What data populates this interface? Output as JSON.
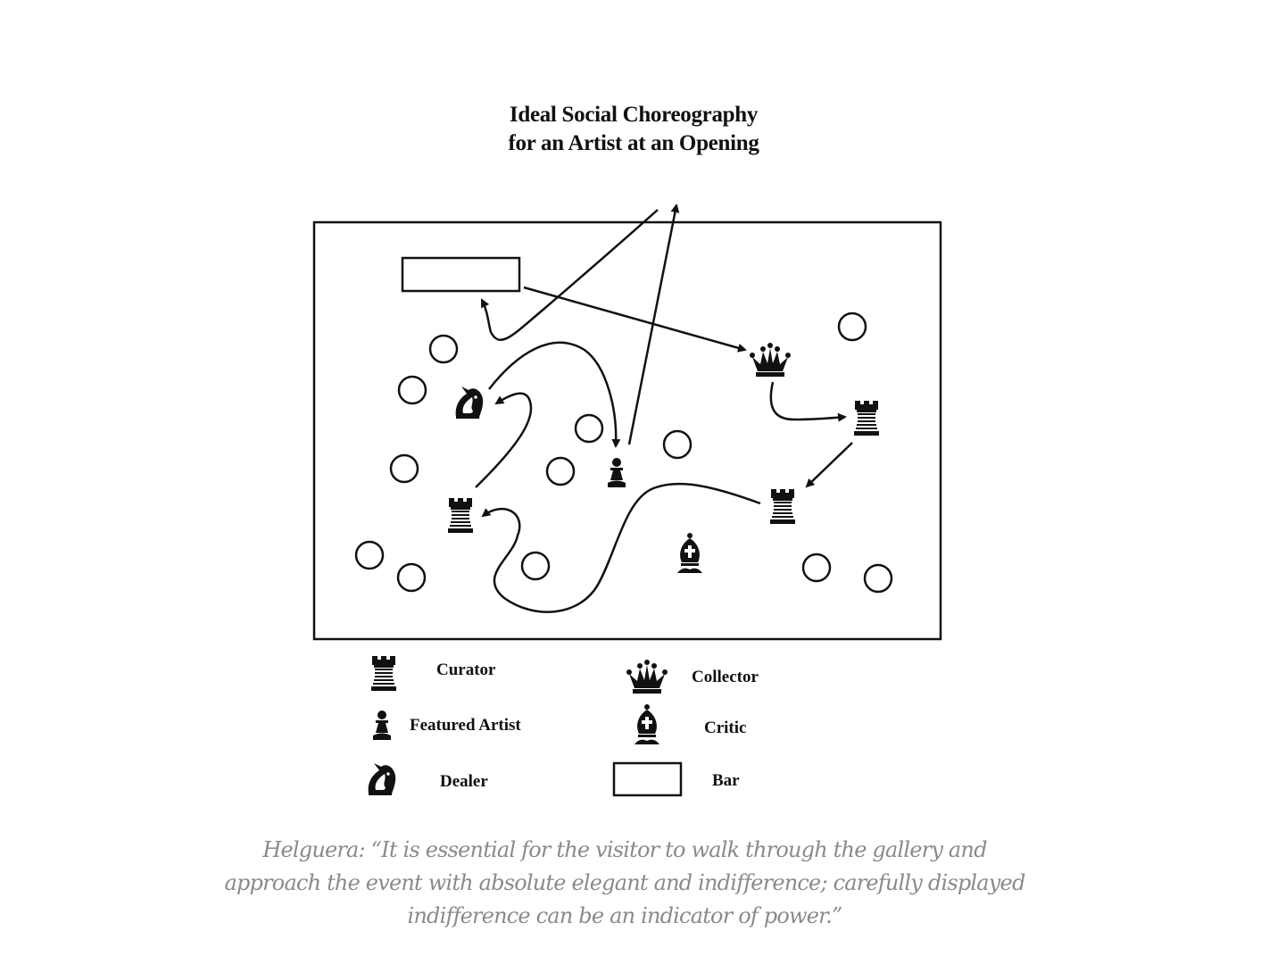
{
  "figure": {
    "title_line1": "Ideal Social Choreography",
    "title_line2": "for an Artist at an Opening"
  },
  "legend": {
    "curator": "Curator",
    "featured_artist": "Featured Artist",
    "dealer": "Dealer",
    "collector": "Collector",
    "critic": "Critic",
    "bar": "Bar"
  },
  "caption": "Helguera: “It is essential for the visitor to walk through the gallery and approach the event with absolute elegant and indifference; carefully displayed indifference can be an indicator of power.”",
  "colors": {
    "ink": "#111111",
    "caption": "#8a8a8a",
    "background": "#ffffff"
  }
}
